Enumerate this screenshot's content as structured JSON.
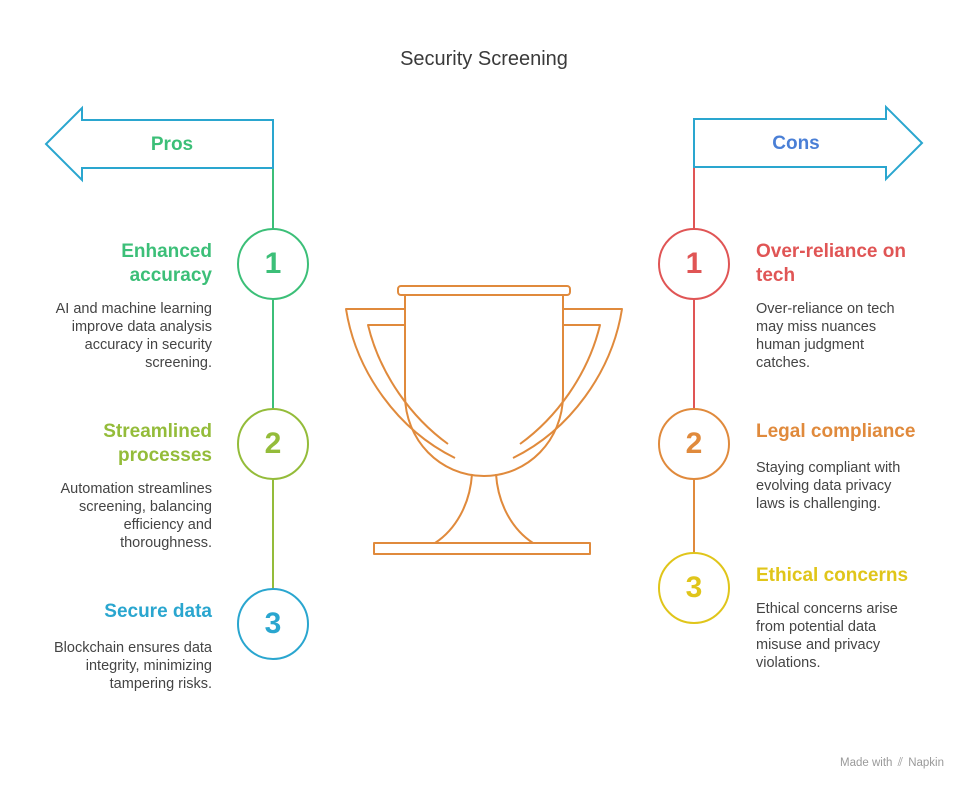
{
  "title": "Security Screening",
  "pros": {
    "label": "Pros",
    "items": [
      {
        "number": "1",
        "title": "Enhanced accuracy",
        "description": "AI and machine learning improve data analysis accuracy in security screening."
      },
      {
        "number": "2",
        "title": "Streamlined processes",
        "description": "Automation streamlines screening, balancing efficiency and thoroughness."
      },
      {
        "number": "3",
        "title": "Secure data",
        "description": "Blockchain ensures data integrity, minimizing tampering risks."
      }
    ]
  },
  "cons": {
    "label": "Cons",
    "items": [
      {
        "number": "1",
        "title": "Over-reliance on tech",
        "description": "Over-reliance on tech may miss nuances human judgment catches."
      },
      {
        "number": "2",
        "title": "Legal compliance",
        "description": "Staying compliant with evolving data privacy laws is challenging."
      },
      {
        "number": "3",
        "title": "Ethical concerns",
        "description": "Ethical concerns arise from potential data misuse and privacy violations."
      }
    ]
  },
  "footer": {
    "made_with": "Made with",
    "brand": "Napkin"
  },
  "colors": {
    "pros_label": "#3cbf78",
    "cons_label": "#4a7fd6",
    "arrow_stroke": "#2aa6cf",
    "trophy": "#e08a3c",
    "pro1": "#3cbf78",
    "pro2": "#94bc3a",
    "pro3": "#2aa6cf",
    "con1": "#e05555",
    "con2": "#e08a3c",
    "con3": "#e0c51a"
  }
}
